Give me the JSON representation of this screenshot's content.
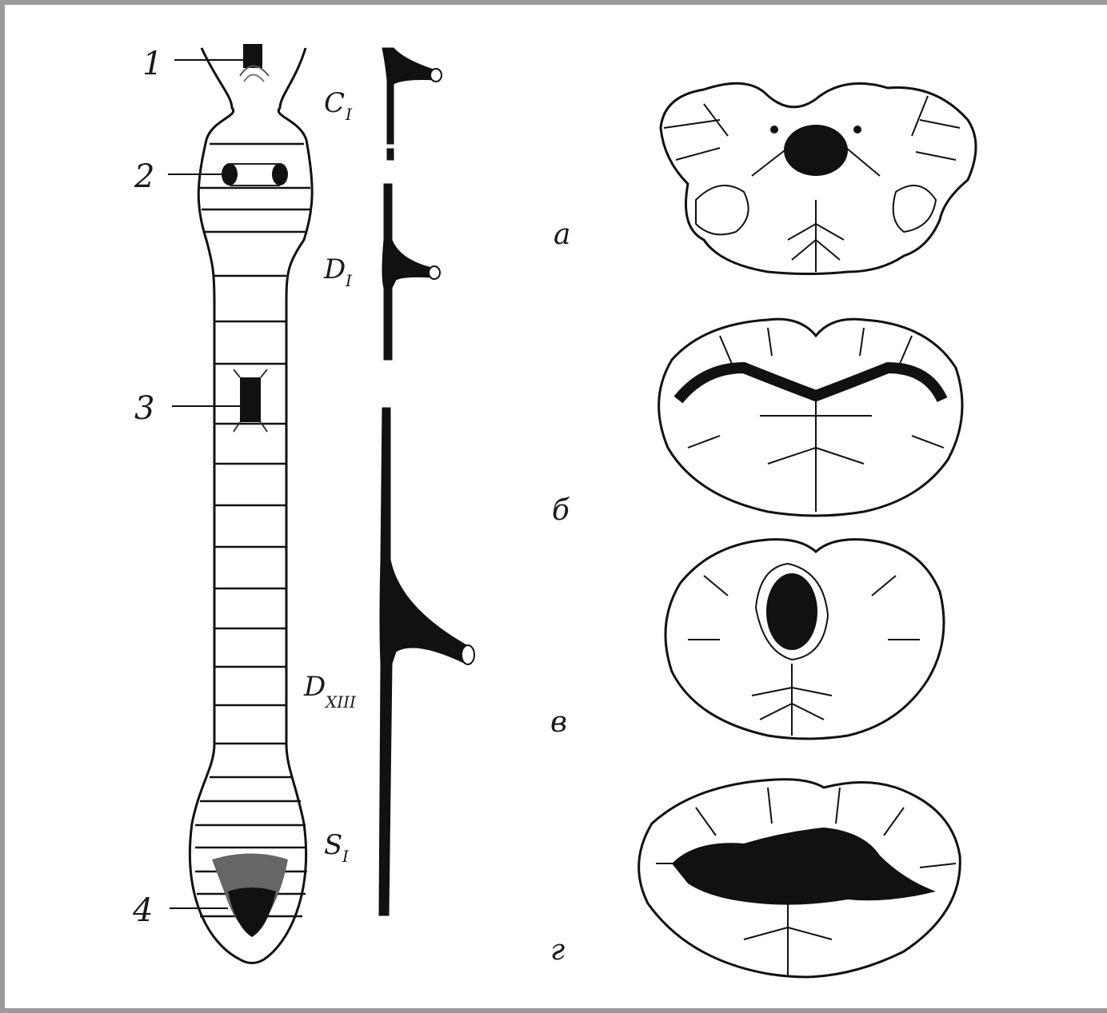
{
  "figure": {
    "cord_labels": [
      "1",
      "2",
      "3",
      "4"
    ],
    "segment_labels": [
      {
        "main": "C",
        "sub": "I"
      },
      {
        "main": "D",
        "sub": "I"
      },
      {
        "main": "D",
        "sub": "XIII"
      },
      {
        "main": "S",
        "sub": "I"
      }
    ],
    "section_labels": [
      "а",
      "б",
      "в",
      "г"
    ]
  }
}
